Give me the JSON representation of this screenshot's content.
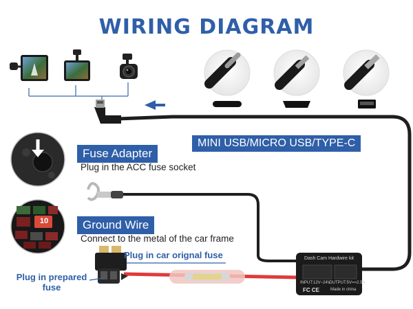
{
  "title": "WIRING DIAGRAM",
  "usb_label": "MINI USB/MICRO USB/TYPE-C",
  "fuse_adapter": {
    "label": "Fuse Adapter",
    "note": "Plug in the ACC fuse socket"
  },
  "ground_wire": {
    "label": "Ground Wire",
    "note": "Connect to the metal of the car frame"
  },
  "car_fuse_note": "Plug in car orignal fuse",
  "prepared_fuse_note": {
    "line1": "Plug in prepared",
    "line2": "fuse"
  },
  "fuse_value": "10",
  "hardwire_box": {
    "title": "Dash Cam Hardwire kit",
    "input": "INPUT:12V~24V",
    "output": "OUTPUT:5V==2.5A",
    "made_in": "Made in china",
    "marks": "FC CE"
  },
  "colors": {
    "accent": "#2f5fa8",
    "red_wire": "#e03a3a",
    "black_wire": "#1e1e1e"
  }
}
